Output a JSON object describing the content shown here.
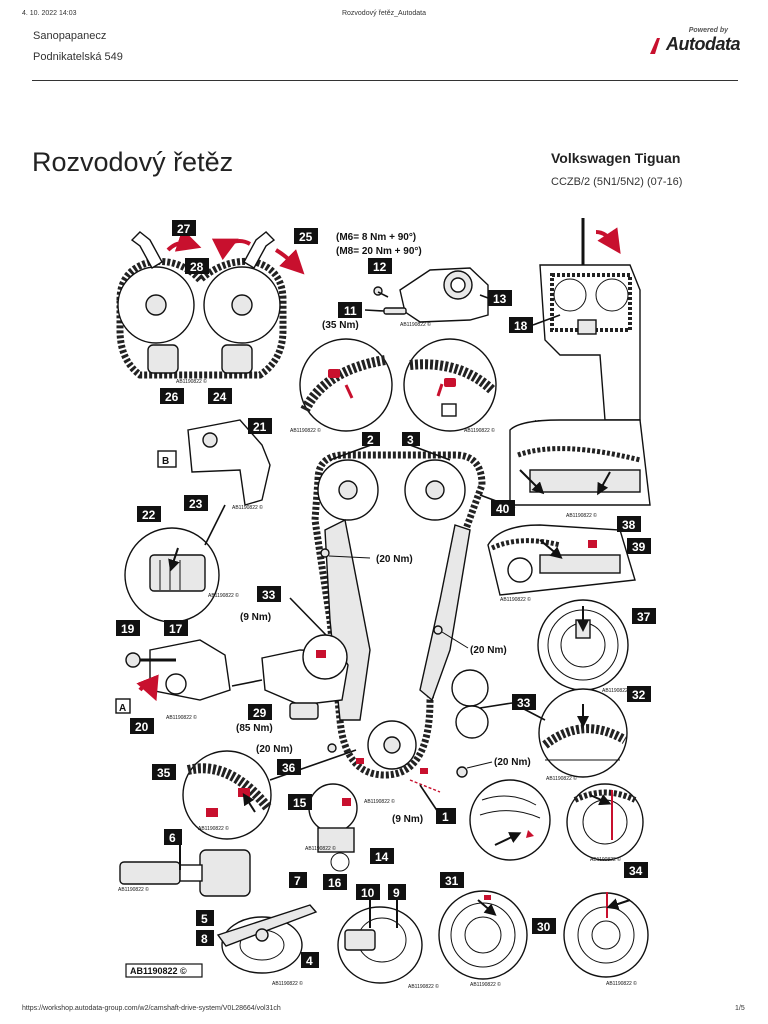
{
  "print_header": {
    "date": "4. 10. 2022 14:03",
    "title": "Rozvodový řetěz_Autodata"
  },
  "company": {
    "name": "Sanopapanecz",
    "address": "Podnikatelská 549"
  },
  "logo": {
    "powered_by": "Powered by",
    "brand": "Autodata"
  },
  "document": {
    "title": "Rozvodový řetěz"
  },
  "vehicle": {
    "name": "Volkswagen Tiguan",
    "code": "CCZB/2 (5N1/5N2) (07-16)"
  },
  "diagram": {
    "reference": "AB1190822 ©",
    "reference_boxed": "AB1190822 ©",
    "specs": {
      "m6": "(M6= 8 Nm + 90°)",
      "m8": "(M8= 20 Nm + 90°)",
      "t35": "(35 Nm)",
      "t20a": "(20 Nm)",
      "t9a": "(9 Nm)",
      "t20b": "(20 Nm)",
      "t85": "(85 Nm)",
      "t20c": "(20 Nm)",
      "t20d": "(20 Nm)",
      "t9b": "(9 Nm)"
    },
    "view_labels": {
      "a": "A",
      "b": "B"
    },
    "callouts": {
      "c27": "27",
      "c25": "25",
      "c28": "28",
      "c26": "26",
      "c24": "24",
      "c12": "12",
      "c11": "11",
      "c13": "13",
      "c18": "18",
      "c2": "2",
      "c3": "3",
      "c21": "21",
      "c23": "23",
      "c22": "22",
      "c40": "40",
      "c38": "38",
      "c39": "39",
      "c33a": "33",
      "c37": "37",
      "c19": "19",
      "c17": "17",
      "c20": "20",
      "c29": "29",
      "c33b": "33",
      "c32": "32",
      "c35": "35",
      "c36": "36",
      "c15": "15",
      "c1": "1",
      "c14": "14",
      "c16": "16",
      "c34": "34",
      "c6": "6",
      "c7": "7",
      "c10": "10",
      "c9": "9",
      "c31": "31",
      "c5": "5",
      "c8": "8",
      "c4": "4",
      "c30": "30"
    }
  },
  "footer": {
    "url": "https://workshop.autodata-group.com/w2/camshaft-drive-system/V0L28664/vol31ch",
    "page": "1/5"
  }
}
